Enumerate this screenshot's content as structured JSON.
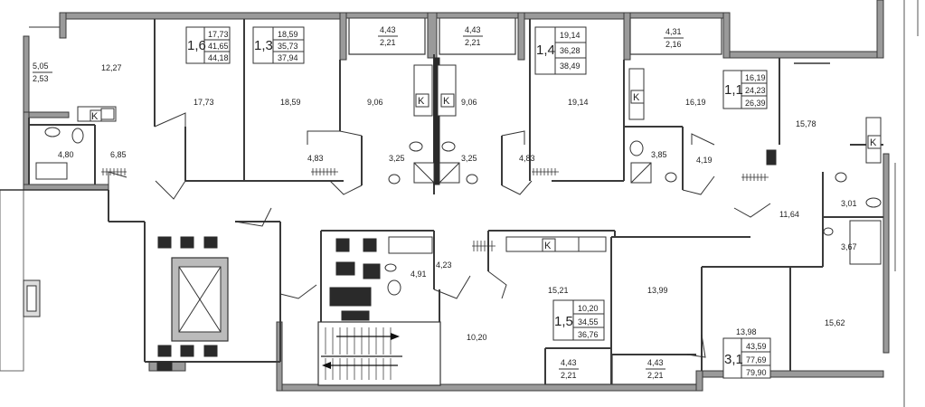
{
  "rooms": [
    {
      "id": "r-5-05",
      "text": "5,05"
    },
    {
      "id": "r-2-53",
      "text": "2,53"
    },
    {
      "id": "r-12-27",
      "text": "12,27"
    },
    {
      "id": "r-17-73",
      "text": "17,73"
    },
    {
      "id": "r-18-59",
      "text": "18,59"
    },
    {
      "id": "r-9-06a",
      "text": "9,06"
    },
    {
      "id": "r-9-06b",
      "text": "9,06"
    },
    {
      "id": "r-19-14",
      "text": "19,14"
    },
    {
      "id": "r-16-19",
      "text": "16,19"
    },
    {
      "id": "r-15-78",
      "text": "15,78"
    },
    {
      "id": "r-4-80",
      "text": "4,80"
    },
    {
      "id": "r-6-85",
      "text": "6,85"
    },
    {
      "id": "r-4-83a",
      "text": "4,83"
    },
    {
      "id": "r-3-25a",
      "text": "3,25"
    },
    {
      "id": "r-3-25b",
      "text": "3,25"
    },
    {
      "id": "r-4-83b",
      "text": "4,83"
    },
    {
      "id": "r-3-85",
      "text": "3,85"
    },
    {
      "id": "r-4-19",
      "text": "4,19"
    },
    {
      "id": "r-11-64",
      "text": "11,64"
    },
    {
      "id": "r-3-01",
      "text": "3,01"
    },
    {
      "id": "r-3-67",
      "text": "3,67"
    },
    {
      "id": "r-4-23",
      "text": "4,23"
    },
    {
      "id": "r-4-91",
      "text": "4,91"
    },
    {
      "id": "r-15-21",
      "text": "15,21"
    },
    {
      "id": "r-13-99",
      "text": "13,99"
    },
    {
      "id": "r-10-20",
      "text": "10,20"
    },
    {
      "id": "r-13-98",
      "text": "13,98"
    },
    {
      "id": "r-15-62",
      "text": "15,62"
    }
  ],
  "balconies": [
    {
      "id": "b1",
      "top": "4,43",
      "bottom": "2,21"
    },
    {
      "id": "b2",
      "top": "4,43",
      "bottom": "2,21"
    },
    {
      "id": "b3",
      "top": "4,31",
      "bottom": "2,16"
    },
    {
      "id": "b4",
      "top": "4,43",
      "bottom": "2,21"
    },
    {
      "id": "b5",
      "top": "4,43",
      "bottom": "2,21"
    }
  ],
  "apartments": [
    {
      "id": "a-1-6",
      "number": "1,6",
      "v1": "17,73",
      "v2": "41,65",
      "v3": "44,18"
    },
    {
      "id": "a-1-3",
      "number": "1,3",
      "v1": "18,59",
      "v2": "35,73",
      "v3": "37,94"
    },
    {
      "id": "a-1-4",
      "number": "1,4",
      "v1": "19,14",
      "v2": "36,28",
      "v3": "38,49"
    },
    {
      "id": "a-1-1",
      "number": "1,1",
      "v1": "16,19",
      "v2": "24,23",
      "v3": "26,39"
    },
    {
      "id": "a-1-5",
      "number": "1,5",
      "v1": "10,20",
      "v2": "34,55",
      "v3": "36,76"
    },
    {
      "id": "a-3-1",
      "number": "3,1",
      "v1": "43,59",
      "v2": "77,69",
      "v3": "79,90"
    }
  ],
  "kitchen_mark": "K"
}
